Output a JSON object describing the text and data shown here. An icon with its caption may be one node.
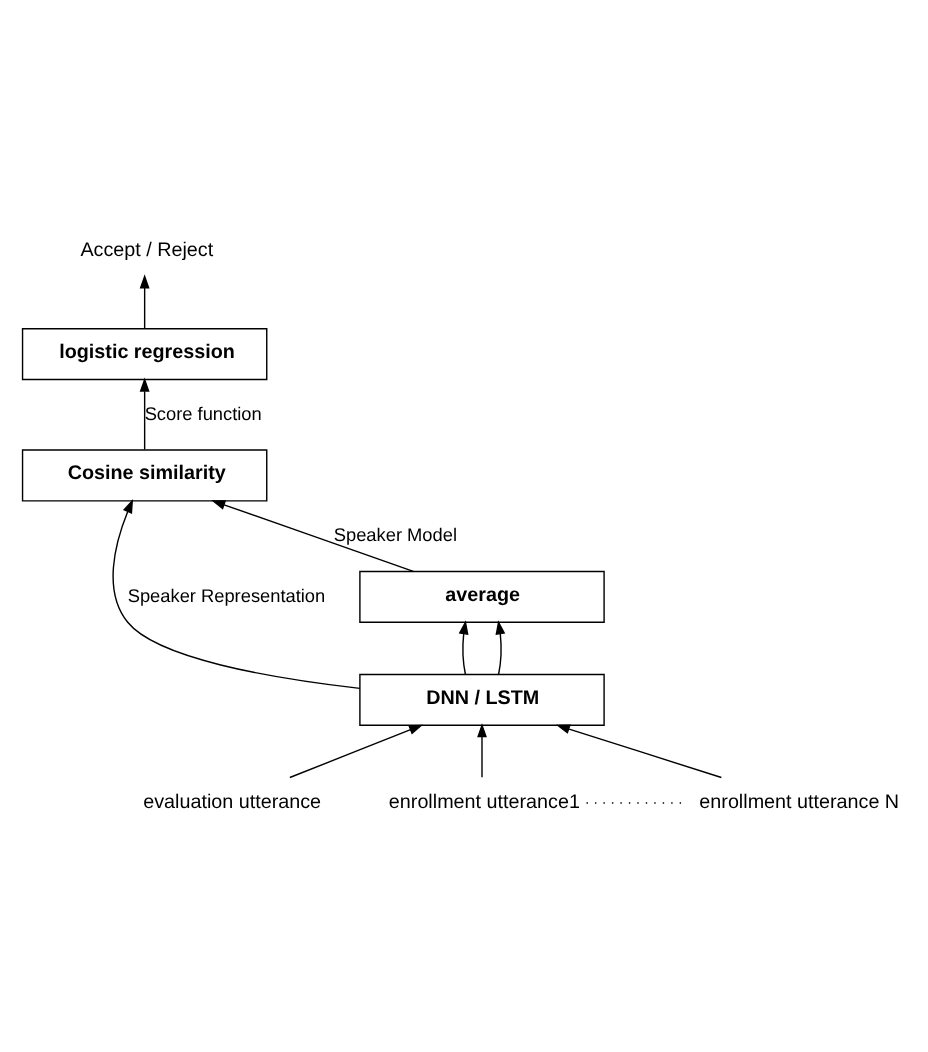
{
  "diagram": {
    "nodes": [
      {
        "text": [
          "Accept / Reject"
        ]
      },
      {
        "text": [
          "logistic regression"
        ]
      },
      {
        "text": [
          "Cosine similarity"
        ]
      },
      {
        "text": [
          "average"
        ]
      },
      {
        "text": [
          "DNN / LSTM"
        ]
      },
      {
        "text": [
          "evaluation utterance"
        ]
      },
      {
        "text": [
          "enrollment utterance1"
        ]
      },
      {
        "text": [
          "enrollment utterance N"
        ]
      }
    ],
    "edges": [
      {
        "from": 1,
        "to": 0,
        "arrow": "to"
      },
      {
        "from": 2,
        "to": 1,
        "arrow": "to",
        "label": "Score function"
      },
      {
        "from": 4,
        "to": 2,
        "arrow": "to",
        "label": "Speaker Representation"
      },
      {
        "from": 3,
        "to": 2,
        "arrow": "to",
        "label": "Speaker Model"
      },
      {
        "from": 4,
        "to": 3,
        "arrow": "to"
      },
      {
        "from": 4,
        "to": 3,
        "arrow": "to"
      },
      {
        "from": 5,
        "to": 4,
        "arrow": "to"
      },
      {
        "from": 6,
        "to": 4,
        "arrow": "to"
      },
      {
        "from": 7,
        "to": 4,
        "arrow": "to"
      },
      {
        "from": 6,
        "to": 7,
        "arrow": "none",
        "style": "dashed"
      }
    ]
  }
}
